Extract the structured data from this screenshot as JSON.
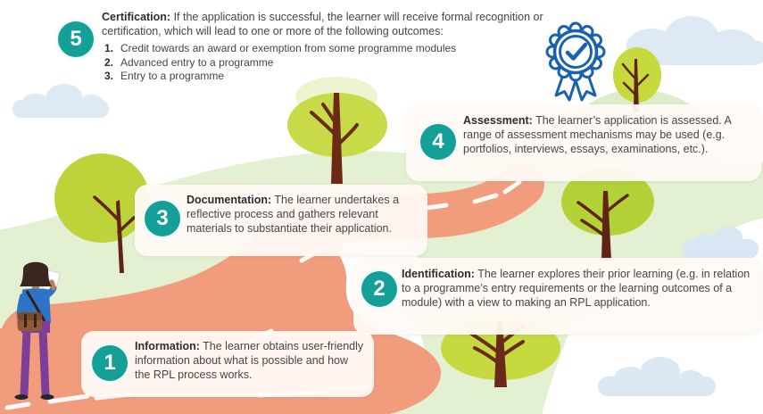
{
  "steps": [
    {
      "number": "1",
      "title": "Information:",
      "body": "The learner obtains user-friendly information about what is possible and how the RPL process works."
    },
    {
      "number": "2",
      "title": "Identification:",
      "body": "The learner explores their prior learning (e.g. in relation to a programme’s entry requirements or the learning outcomes of a module) with a view to making an RPL application."
    },
    {
      "number": "3",
      "title": "Documentation:",
      "body": "The learner undertakes a reflective process and gathers relevant materials to substantiate their application."
    },
    {
      "number": "4",
      "title": "Assessment:",
      "body": "The learner’s application is assessed. A range of assessment mechanisms may be used (e.g. portfolios, interviews, essays, examinations, etc.)."
    },
    {
      "number": "5",
      "title": "Certification:",
      "body": "If the application is successful, the learner will receive formal recognition or certification, which will lead to one or more of the following outcomes:",
      "outcomes": [
        {
          "number": "1.",
          "text": "Credit towards an award or exemption from some programme modules"
        },
        {
          "number": "2.",
          "text": "Advanced entry to a programme"
        },
        {
          "number": "3.",
          "text": "Entry to a programme"
        }
      ]
    }
  ],
  "illustration": {
    "badge_icon": "award-rosette-with-checkmark-and-ribbons",
    "scene_elements": [
      "winding-road-path",
      "road-center-line-dashes",
      "green-hills",
      "trees",
      "clouds",
      "person-holding-paper"
    ]
  },
  "colors": {
    "accent_teal": "#14a098",
    "path_salmon": "#f29c7e",
    "hill_green": "#e3f0d1",
    "tree_green": "#c3d63d",
    "card_background": "#fdf8f2",
    "badge_blue": "#1b62ae",
    "text": "#454549"
  }
}
